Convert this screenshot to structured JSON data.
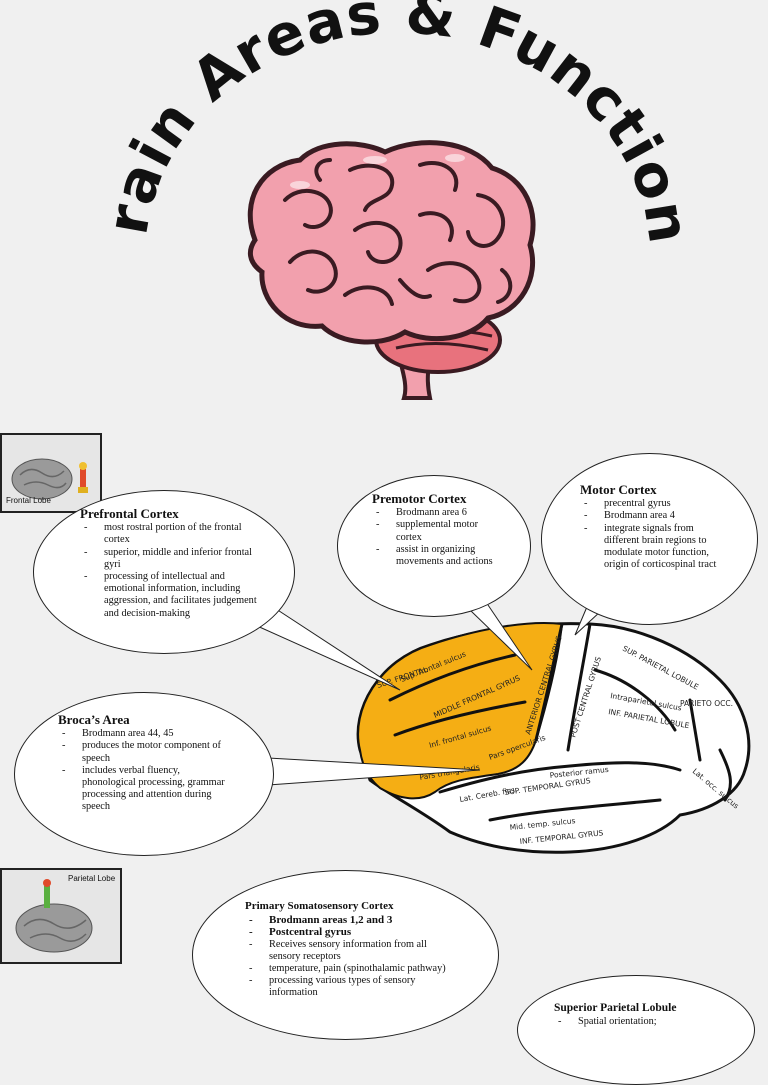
{
  "title": "Brain Areas & Functions",
  "photos": {
    "frontal_label": "Frontal Lobe",
    "parietal_label": "Parietal Lobe"
  },
  "diagram_labels": {
    "sup_frontal": "SUP. FRONTAL",
    "sup_frontal_sulcus": "Sup. frontal sulcus",
    "middle_frontal_gyrus": "MIDDLE FRONTAL GYRUS",
    "inf_frontal": "Inf. frontal sulcus",
    "anterior_central_gyrus": "ANTERIOR CENTRAL GYRUS",
    "post_central_gyrus": "POST CENTRAL GYRUS",
    "sup_parietal_lobule": "SUP. PARIETAL LOBULE",
    "inf_parietal_lobule": "INF. PARIETAL LOBULE",
    "intraparietal": "Intraparietal sulcus",
    "parieto_occ": "PARIETO OCC.",
    "lat_occ_sulcus": "Lat. occ. sulcus",
    "sup_temporal_gyrus": "SUP. TEMPORAL GYRUS",
    "mid_temp_sulcus": "Mid. temp. sulcus",
    "inf_temporal_gyrus": "INF. TEMPORAL GYRUS",
    "pars_opercularis": "Pars opercularis",
    "posterior_ramus": "Posterior ramus",
    "lat_cereb_fiss": "Lat. Cereb. fiss.",
    "pars_triangularis": "Pars triangularis"
  },
  "callouts": {
    "prefrontal": {
      "title": "Prefrontal Cortex",
      "items": [
        "most rostral portion of the frontal cortex",
        "superior, middle and inferior frontal gyri",
        "processing of intellectual and emotional information, including aggression, and facilitates judgement and decision-making"
      ]
    },
    "premotor": {
      "title": "Premotor Cortex",
      "items": [
        "Brodmann area 6",
        "supplemental motor cortex",
        "assist in organizing movements and actions"
      ]
    },
    "motor": {
      "title": "Motor Cortex",
      "items": [
        "precentral gyrus",
        "Brodmann area 4",
        "integrate signals from different brain regions to modulate motor function, origin of corticospinal tract"
      ]
    },
    "broca": {
      "title": "Broca’s Area",
      "items": [
        "Brodmann area 44, 45",
        "produces the motor component of speech",
        "includes verbal fluency, phonological processing, grammar processing and attention during speech"
      ]
    },
    "somatosensory": {
      "title": "Primary Somatosensory Cortex",
      "items": [
        "Brodmann areas 1,2 and 3",
        "Postcentral gyrus",
        "Receives sensory information from all sensory receptors",
        "temperature, pain (spinothalamic pathway)",
        "processing various types of sensory information"
      ]
    },
    "superior_parietal": {
      "title": "Superior Parietal Lobule",
      "items": [
        "Spatial orientation;"
      ]
    }
  },
  "colors": {
    "background": "#f0f0f0",
    "brain_pink": "#f2a0ad",
    "brain_outline": "#3a1b22",
    "cerebellum": "#e8727d",
    "frontal_orange": "#f5ae14"
  }
}
